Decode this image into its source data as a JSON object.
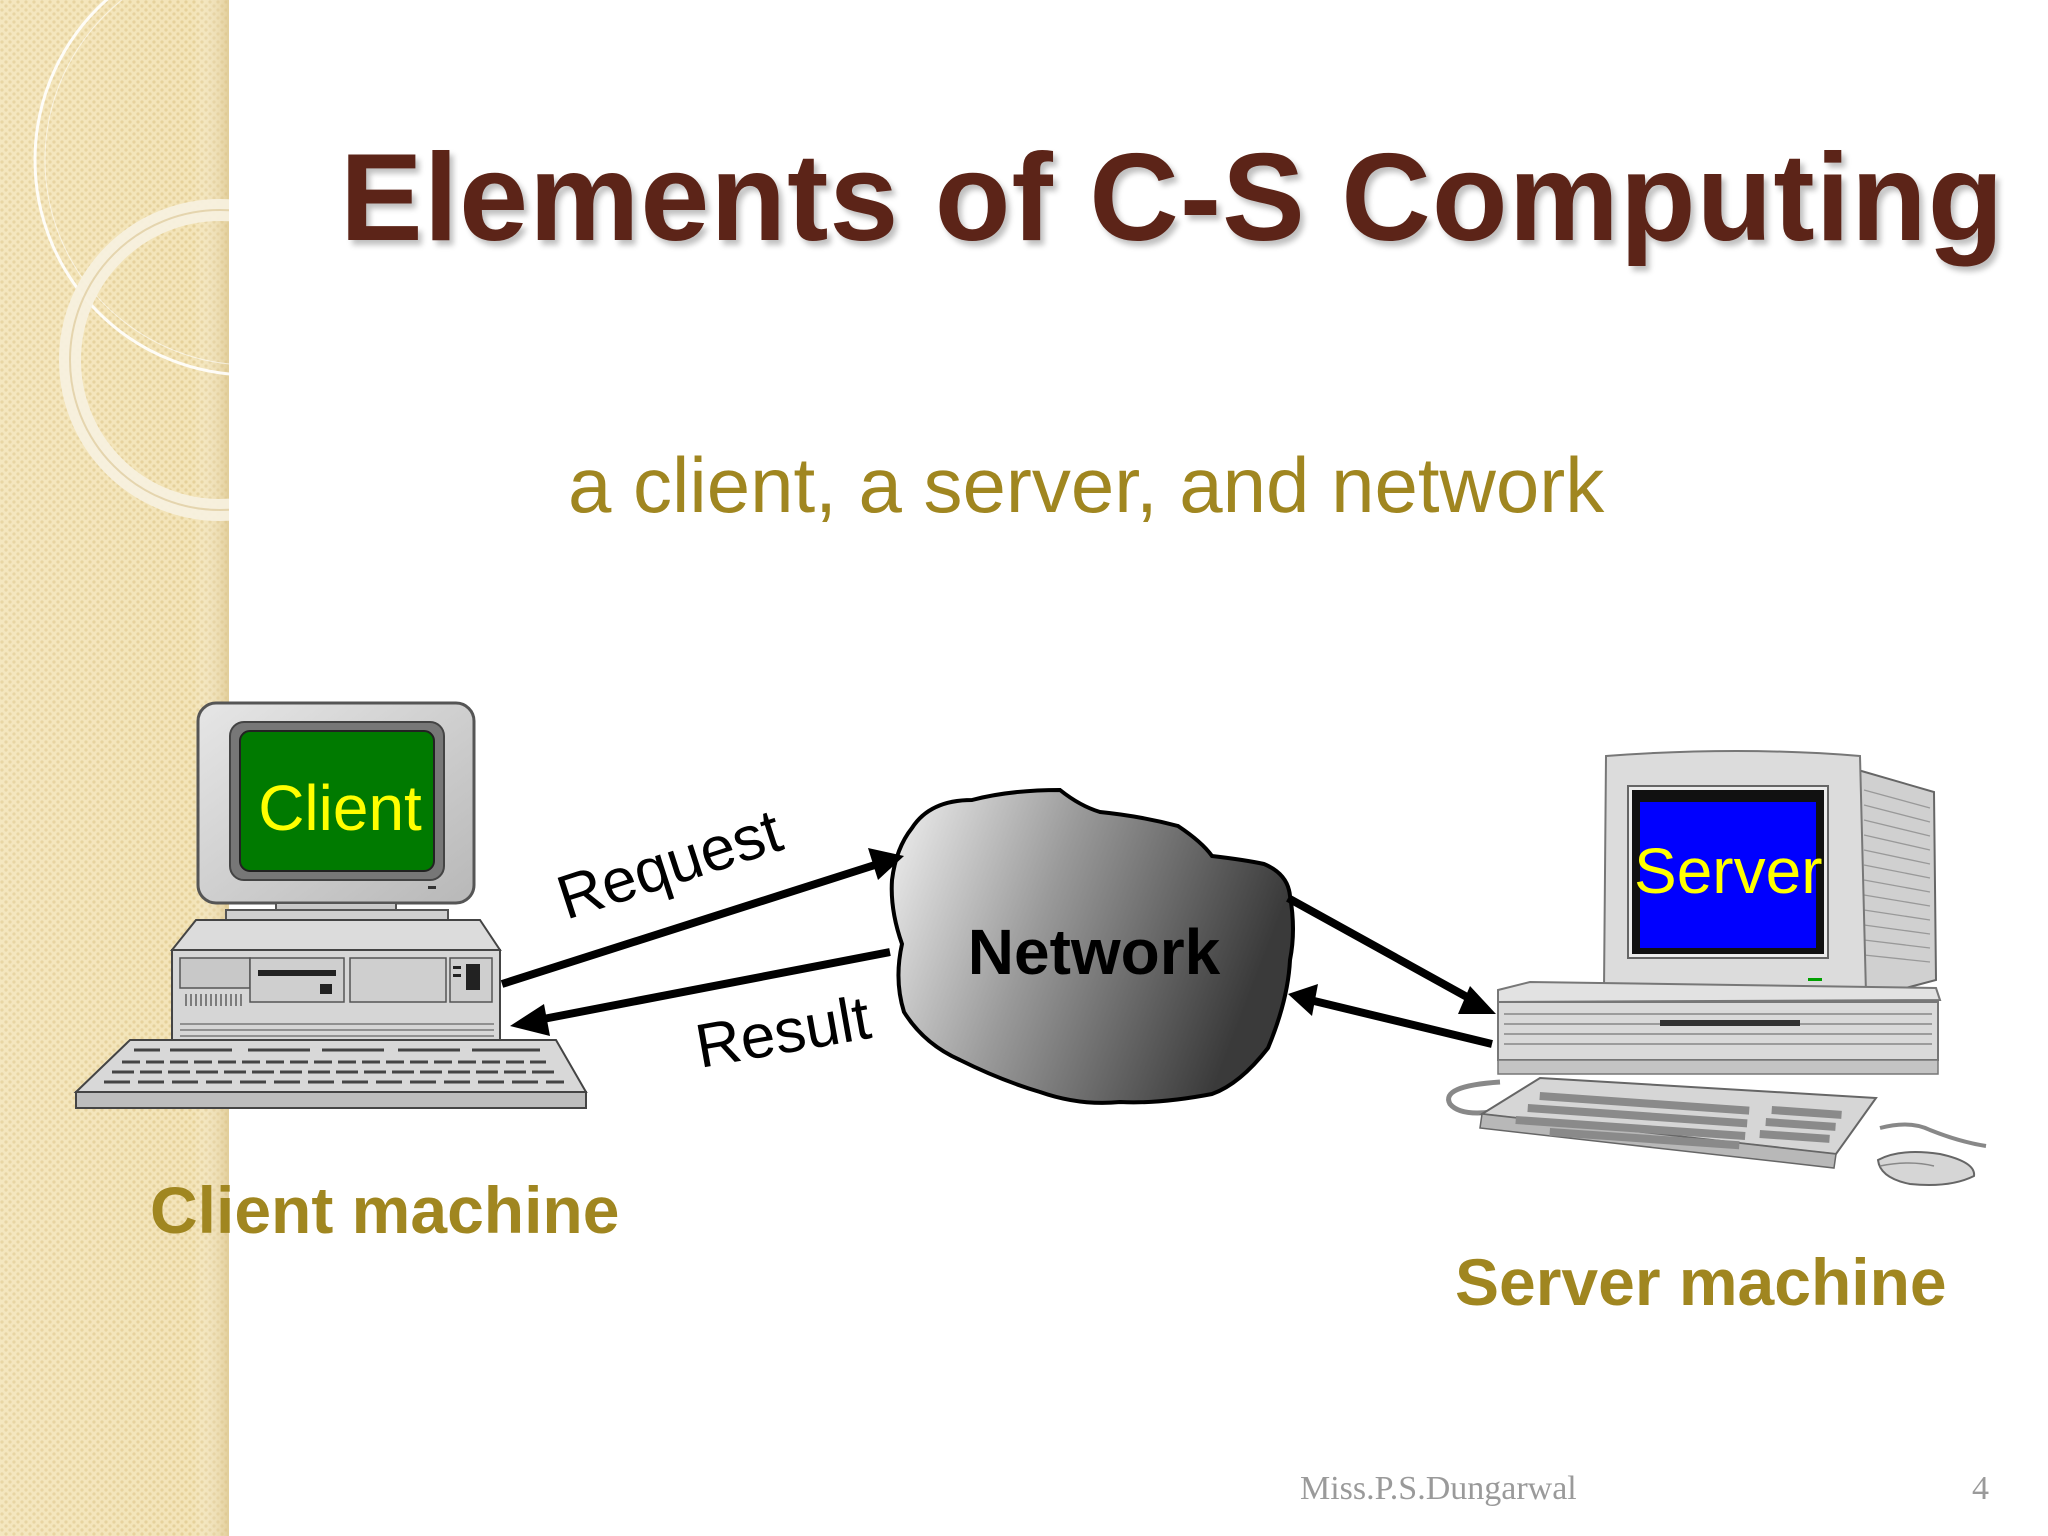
{
  "slide": {
    "title": "Elements of C-S Computing",
    "subtitle": "a client, a server, and network",
    "footer_author": "Miss.P.S.Dungarwal",
    "page_number": "4"
  },
  "diagram": {
    "client_screen_text": "Client",
    "server_screen_text": "Server",
    "network_label": "Network",
    "request_label": "Request",
    "result_label": "Result",
    "client_machine_label": "Client machine",
    "server_machine_label": "Server machine"
  },
  "colors": {
    "title": "#5c2418",
    "accent_text": "#a08620",
    "client_screen": "#007a00",
    "server_screen": "#0000ff",
    "screen_text": "#ffff00",
    "sidebar": "#f3e4b8"
  }
}
